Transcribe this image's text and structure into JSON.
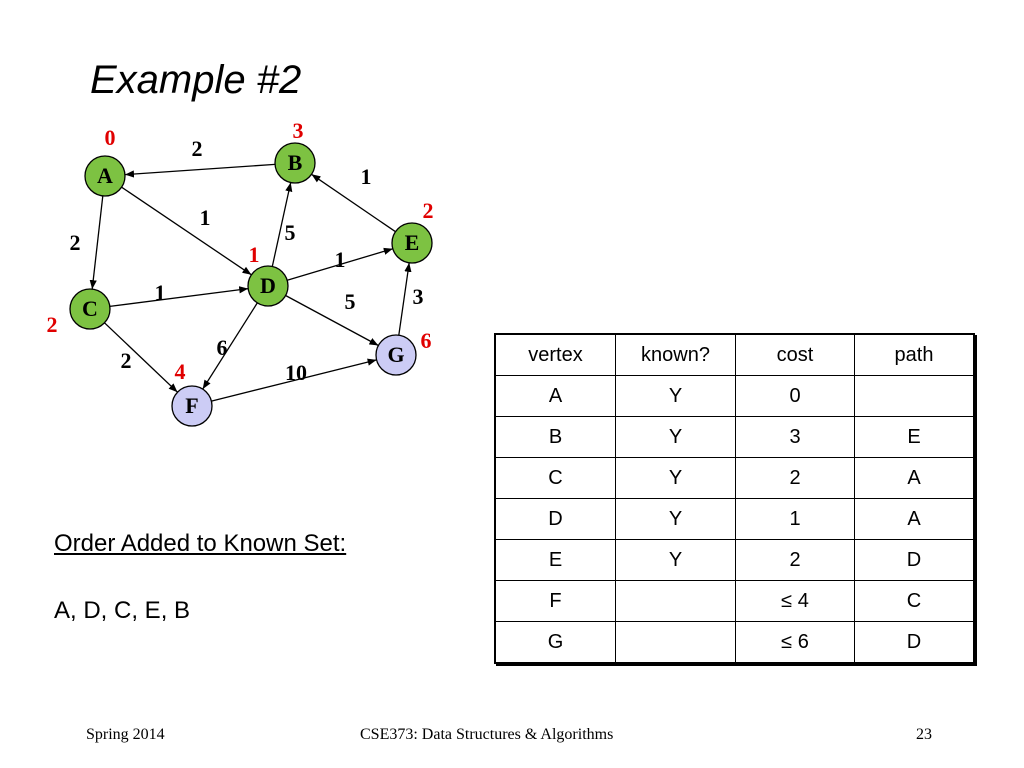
{
  "slide": {
    "title": "Example #2",
    "footer_left": "Spring 2014",
    "footer_center": "CSE373: Data Structures & Algorithms",
    "footer_right": "23"
  },
  "graph": {
    "nodes": [
      {
        "id": "A",
        "label": "A",
        "cost": "0",
        "known": true
      },
      {
        "id": "B",
        "label": "B",
        "cost": "3",
        "known": true
      },
      {
        "id": "C",
        "label": "C",
        "cost": "2",
        "known": true
      },
      {
        "id": "D",
        "label": "D",
        "cost": "1",
        "known": true
      },
      {
        "id": "E",
        "label": "E",
        "cost": "2",
        "known": true
      },
      {
        "id": "F",
        "label": "F",
        "cost": "4",
        "known": false
      },
      {
        "id": "G",
        "label": "G",
        "cost": "6",
        "known": false
      }
    ],
    "edges": [
      {
        "from": "B",
        "to": "A",
        "weight": "2"
      },
      {
        "from": "A",
        "to": "C",
        "weight": "2"
      },
      {
        "from": "A",
        "to": "D",
        "weight": "1"
      },
      {
        "from": "E",
        "to": "B",
        "weight": "1"
      },
      {
        "from": "D",
        "to": "B",
        "weight": "5"
      },
      {
        "from": "D",
        "to": "E",
        "weight": "1"
      },
      {
        "from": "C",
        "to": "D",
        "weight": "1"
      },
      {
        "from": "D",
        "to": "G",
        "weight": "5"
      },
      {
        "from": "G",
        "to": "E",
        "weight": "3"
      },
      {
        "from": "D",
        "to": "F",
        "weight": "6"
      },
      {
        "from": "C",
        "to": "F",
        "weight": "2"
      },
      {
        "from": "F",
        "to": "G",
        "weight": "10"
      }
    ],
    "colors": {
      "known_fill": "#7dc242",
      "unknown_fill": "#ccccf5",
      "cost_label": "#e00000"
    }
  },
  "order": {
    "heading": "Order Added to Known Set:",
    "list": "A, D, C, E, B"
  },
  "table": {
    "headers": [
      "vertex",
      "known?",
      "cost",
      "path"
    ],
    "rows": [
      [
        "A",
        "Y",
        "0",
        ""
      ],
      [
        "B",
        "Y",
        "3",
        "E"
      ],
      [
        "C",
        "Y",
        "2",
        "A"
      ],
      [
        "D",
        "Y",
        "1",
        "A"
      ],
      [
        "E",
        "Y",
        "2",
        "D"
      ],
      [
        "F",
        "",
        "≤ 4",
        "C"
      ],
      [
        "G",
        "",
        "≤ 6",
        "D"
      ]
    ]
  }
}
